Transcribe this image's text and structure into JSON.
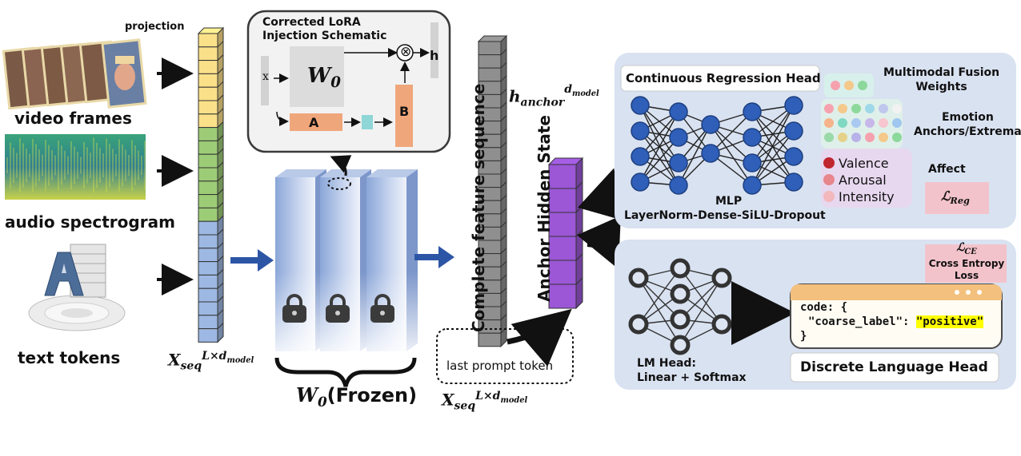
{
  "inputs": {
    "video_label": "video frames",
    "audio_label": "audio spectrogram",
    "text_label": "text tokens",
    "projection_label": "projection"
  },
  "xseq": {
    "main": "X",
    "sub": "seq",
    "sup": "L×d",
    "sup_sub": "model"
  },
  "lora": {
    "title_line1": "Corrected LoRA",
    "title_line2": "Injection Schematic",
    "x_label": "x",
    "w_label": "W",
    "w_sub": "0",
    "a_label": "A",
    "b_label": "B",
    "h_label": "h",
    "otimes": "⊗"
  },
  "frozen": {
    "w": "W",
    "sub": "0",
    "suffix": "(Frozen)"
  },
  "sequence": {
    "complete_label": "Complete feature sequence",
    "h_anchor_main": "h",
    "h_anchor_sub": "anchor",
    "h_anchor_sup": "d",
    "h_anchor_sup_sub": "model",
    "anchor_state_label": "Anchor Hidden State",
    "last_prompt_label": "last prompt token"
  },
  "regression": {
    "head_title": "Continuous Regression Head",
    "mlp_title": "MLP",
    "mlp_sub": "LayerNorm-Dense-SiLU-Dropout",
    "fusion_line1": "Multimodal Fusion",
    "fusion_line2": "Weights",
    "emotion_line1": "Emotion",
    "emotion_line2": "Anchors/Extrema",
    "affect_label": "Affect",
    "affect_items": [
      "Valence",
      "Arousal",
      "Intensity"
    ],
    "affect_colors": [
      "#c0262f",
      "#e7868c",
      "#f2b8bc"
    ],
    "loss_reg_main": "ℒ",
    "loss_reg_sub": "Reg"
  },
  "language": {
    "ce_main": "ℒ",
    "ce_sub": "CE",
    "ce_line1": "Cross Entropy",
    "ce_line2": "Loss",
    "lm_head_line1": "LM Head:",
    "lm_head_line2": "Linear + Softmax",
    "code_line1": "code: {",
    "code_key": "\"coarse_label\": ",
    "code_value": "\"positive\"",
    "code_line3": "}",
    "head_title": "Discrete Language Head"
  },
  "colors": {
    "yellow_cell": "#fbe08a",
    "green_cell": "#9dcc77",
    "blue_cell": "#9db8e2",
    "gray_cell": "#8f8f8f",
    "purple_cell": "#9b57d6",
    "panel_bg": "#d9e2f1",
    "node_blue": "#2f5fb8",
    "orange": "#f0a67b",
    "arrow_blue": "#2d55a6",
    "pink_box": "#f3c3cb"
  }
}
